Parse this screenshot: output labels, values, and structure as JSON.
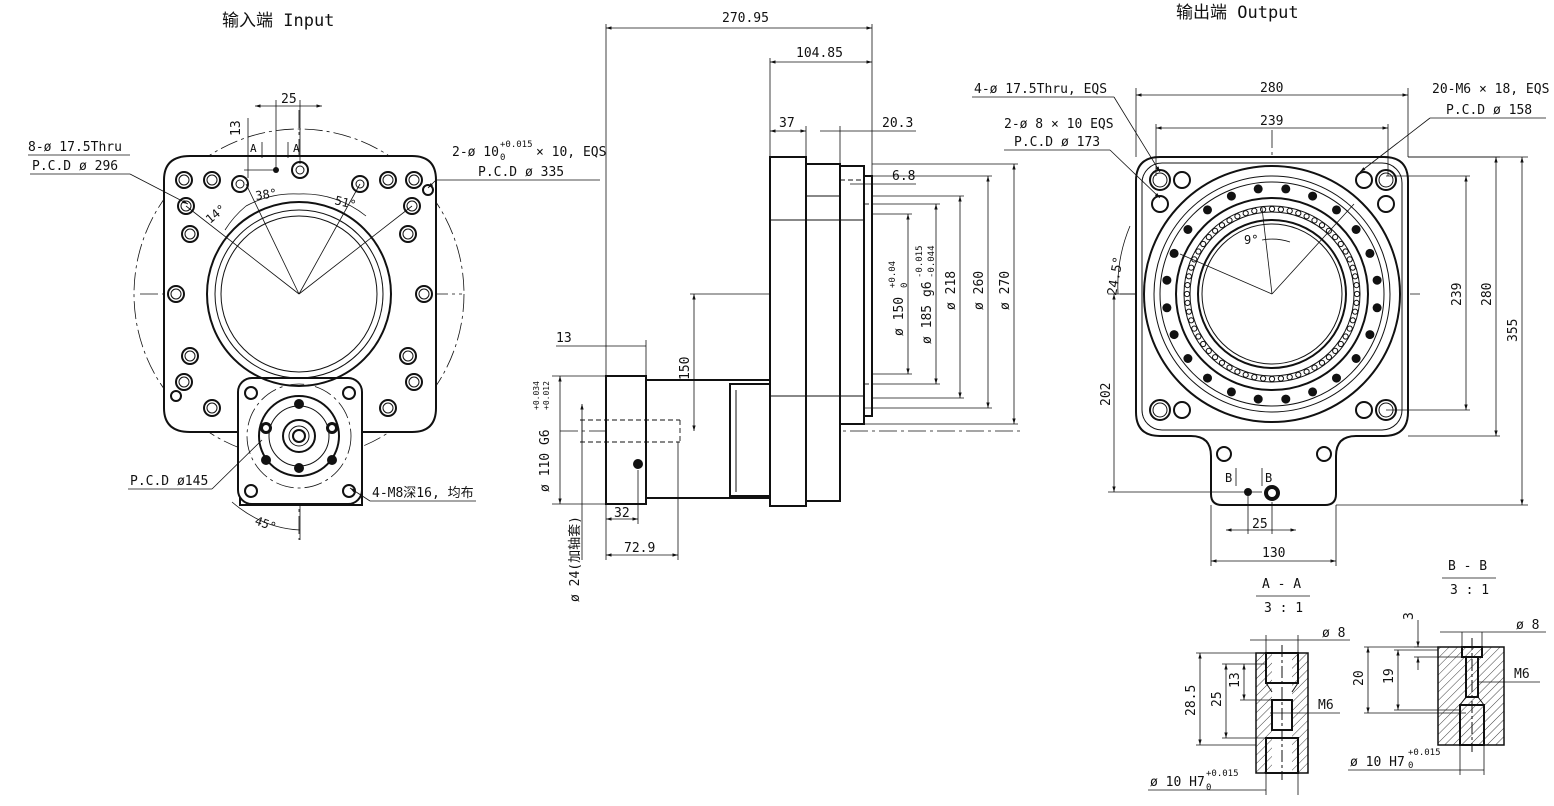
{
  "views": {
    "input_title": "输入端  Input",
    "output_title": "输出端  Output"
  },
  "input_view": {
    "thru_holes": "8-ø 17.5Thru",
    "thru_pcd": "P.C.D  ø 296",
    "pin_holes": "2-ø 10",
    "pin_tol_upper": "+0.015",
    "pin_tol_lower": "0",
    "pin_holes_suffix": "× 10, EQS",
    "pin_pcd": "P.C.D  ø 335",
    "dim_25": "25",
    "dim_13": "13",
    "angle_38": "38°",
    "angle_51": "51°",
    "angle_14": "14°",
    "label_a": "A",
    "motor_pcd": "P.C.D  ø145",
    "motor_holes": "4-M8深16, 均布",
    "angle_45": "45°"
  },
  "side_view": {
    "dim_total": "270.95",
    "dim_body": "104.85",
    "dim_37": "37",
    "dim_20_3": "20.3",
    "dim_6_8": "6.8",
    "dim_13": "13",
    "dim_150_v": "150",
    "dim_150_dia": "ø 150",
    "dim_150_tol_upper": "+0.04",
    "dim_150_tol_lower": "0",
    "dim_185": "ø 185  g6",
    "dim_185_tol_upper": "-0.015",
    "dim_185_tol_lower": "-0.044",
    "dim_218": "ø 218",
    "dim_260": "ø 260",
    "dim_270": "ø 270",
    "dim_110": "ø 110  G6",
    "dim_110_tol_upper": "+0.034",
    "dim_110_tol_lower": "+0.012",
    "dim_24": "ø 24(加轴套)",
    "dim_32": "32",
    "dim_72_9": "72.9"
  },
  "output_view": {
    "thru_holes": "4-ø 17.5Thru, EQS",
    "pin_holes": "2-ø 8 × 10 EQS",
    "pin_pcd": "P.C.D  ø 173",
    "tapped_holes": "20-M6 × 18, EQS",
    "tapped_pcd": "P.C.D  ø 158",
    "dim_280_h": "280",
    "dim_239_h": "239",
    "dim_239_v": "239",
    "dim_280_v": "280",
    "dim_355": "355",
    "angle_24_5": "24.5°",
    "angle_9": "9°",
    "dim_202": "202",
    "label_b1": "B",
    "label_b2": "B",
    "dim_25": "25",
    "dim_130": "130"
  },
  "section_aa": {
    "title": "A  -  A",
    "scale": "3  :  1",
    "dia_8": "ø 8",
    "dim_28_5": "28.5",
    "dim_25": "25",
    "dim_13": "13",
    "thread": "M6",
    "bore": "ø 10  H7",
    "bore_tol_upper": "+0.015",
    "bore_tol_lower": "0"
  },
  "section_bb": {
    "title": "B  -  B",
    "scale": "3  :  1",
    "dim_3": "3",
    "dia_8": "ø 8",
    "dim_20": "20",
    "dim_19": "19",
    "thread": "M6",
    "bore": "ø 10  H7",
    "bore_tol_upper": "+0.015",
    "bore_tol_lower": "0"
  }
}
